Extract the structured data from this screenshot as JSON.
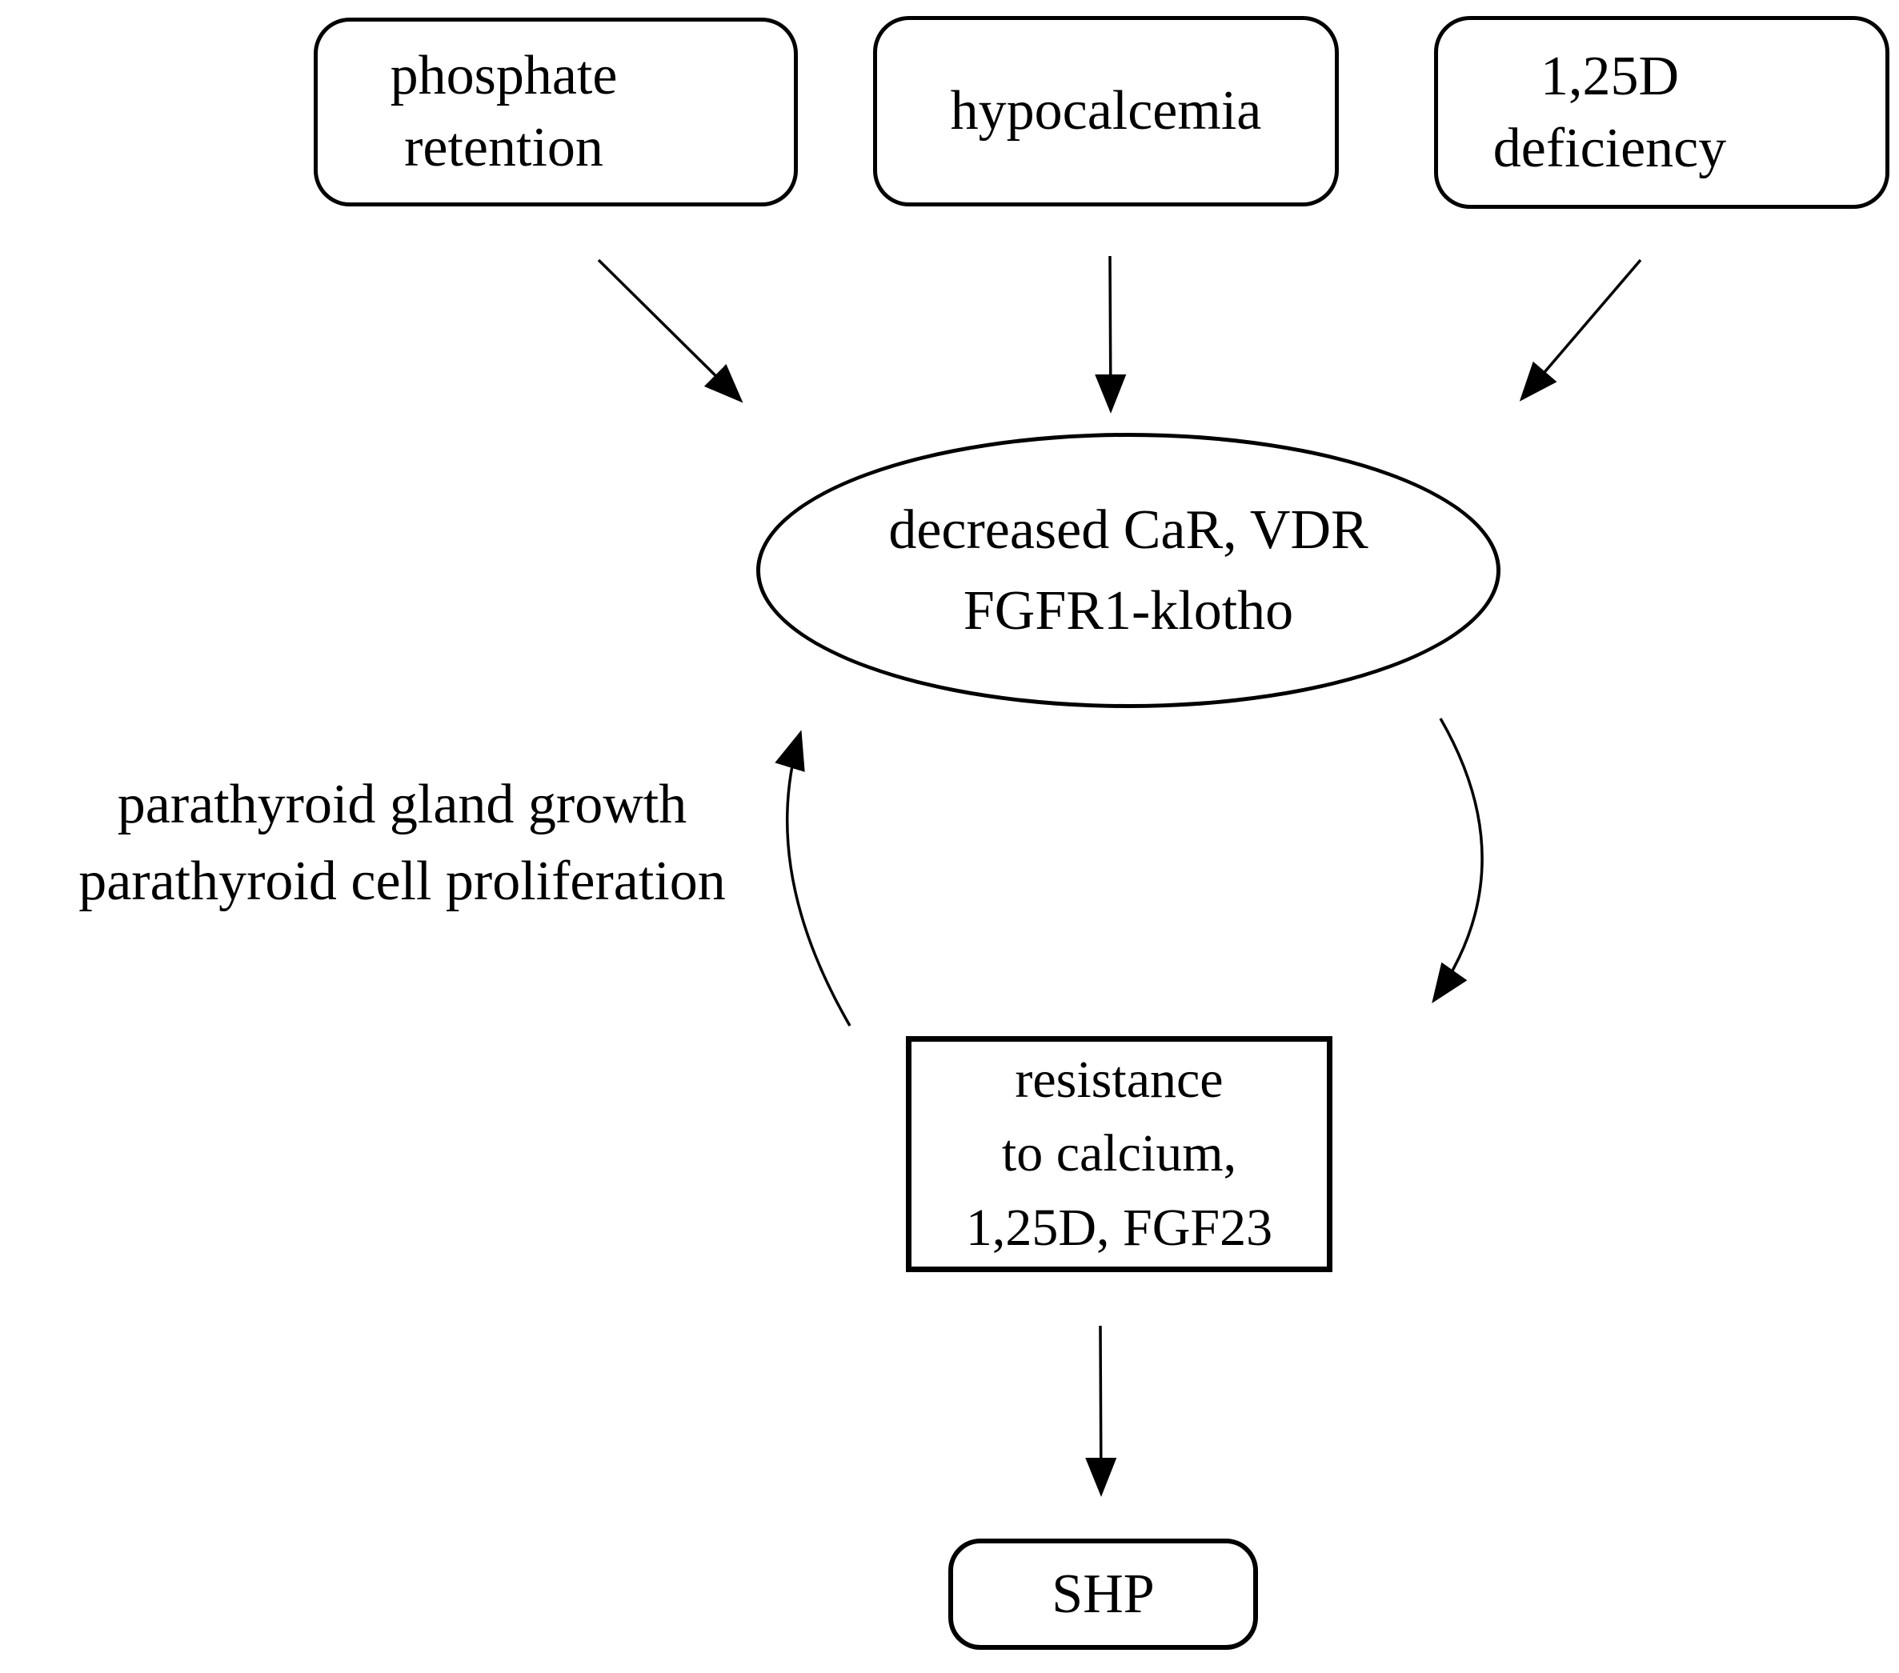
{
  "diagram": {
    "colors": {
      "background": "#ffffff",
      "stroke": "#000000",
      "text": "#000000"
    },
    "nodes": {
      "phosphate_retention": {
        "label": "phosphate\nretention",
        "shape": "rounded-rectangle"
      },
      "hypocalcemia": {
        "label": "hypocalcemia",
        "shape": "rounded-rectangle"
      },
      "vitamin_d_deficiency": {
        "label": "1,25D\ndeficiency",
        "shape": "rounded-rectangle"
      },
      "central": {
        "label": "decreased CaR, VDR\nFGFR1-klotho",
        "shape": "ellipse"
      },
      "resistance": {
        "label": "resistance\nto calcium,\n1,25D, FGF23",
        "shape": "rectangle"
      },
      "shp": {
        "label": "SHP",
        "shape": "rounded-rectangle"
      }
    },
    "loop_label": "parathyroid gland growth\nparathyroid cell proliferation",
    "edges": [
      {
        "from": "phosphate_retention",
        "to": "central",
        "style": "straight-arrow"
      },
      {
        "from": "hypocalcemia",
        "to": "central",
        "style": "straight-arrow"
      },
      {
        "from": "vitamin_d_deficiency",
        "to": "central",
        "style": "straight-arrow"
      },
      {
        "from": "central",
        "to": "resistance",
        "style": "curved-arrow"
      },
      {
        "from": "resistance",
        "to": "central",
        "style": "curved-arrow",
        "label_ref": "loop_label"
      },
      {
        "from": "resistance",
        "to": "shp",
        "style": "straight-arrow"
      }
    ]
  }
}
